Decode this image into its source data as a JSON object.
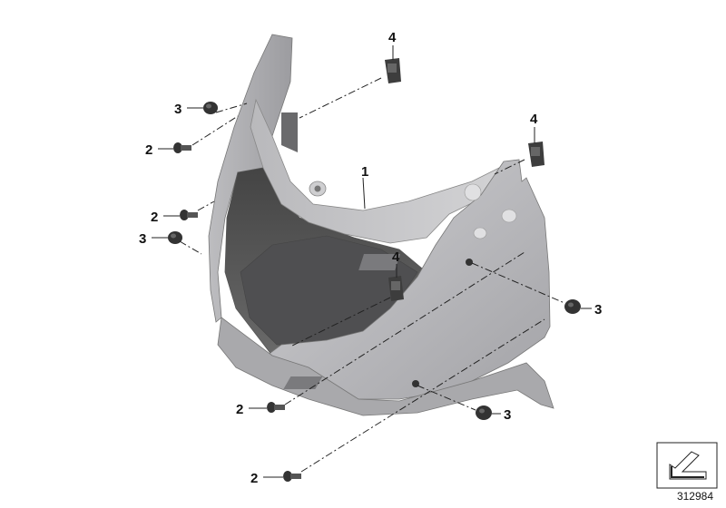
{
  "diagram": {
    "part_callouts": [
      {
        "id": "c1",
        "label": "1"
      },
      {
        "id": "c2a",
        "label": "2"
      },
      {
        "id": "c2b",
        "label": "2"
      },
      {
        "id": "c2c",
        "label": "2"
      },
      {
        "id": "c2d",
        "label": "2"
      },
      {
        "id": "c3a",
        "label": "3"
      },
      {
        "id": "c3b",
        "label": "3"
      },
      {
        "id": "c3c",
        "label": "3"
      },
      {
        "id": "c3d",
        "label": "3"
      },
      {
        "id": "c4a",
        "label": "4"
      },
      {
        "id": "c4b",
        "label": "4"
      },
      {
        "id": "c4c",
        "label": "4"
      }
    ],
    "reference_number": "312984",
    "colors": {
      "fairing_light": "#c4c4c6",
      "fairing_mid": "#a7a7aa",
      "fairing_dark": "#6e6e70",
      "interior": "#565656",
      "line": "#222222"
    },
    "icons": [
      "corner-arrow-icon"
    ]
  }
}
